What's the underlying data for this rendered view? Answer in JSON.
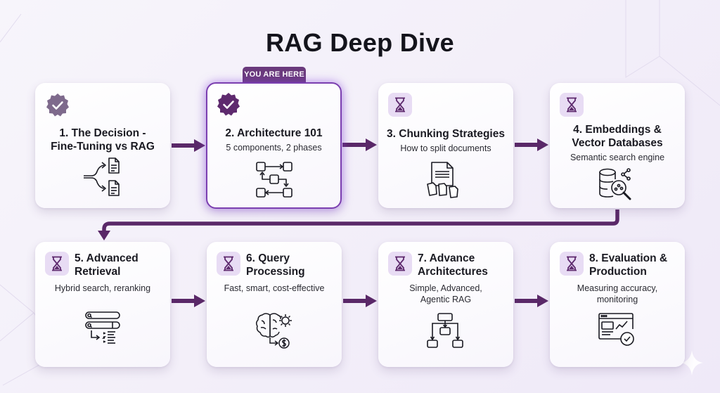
{
  "title": "RAG Deep Dive",
  "current_marker": "YOU ARE HERE",
  "colors": {
    "accent": "#5e2a6e",
    "arrow": "#5a2868",
    "completed_badge": "#7e6a8c",
    "active_badge": "#5e2a6e",
    "pending_tile": "#e8dcf4",
    "active_border": "#7b3fb0"
  },
  "steps": [
    {
      "number": 1,
      "title": "1. The Decision -",
      "title2": "Fine-Tuning vs RAG",
      "subtitle": "",
      "subtitle2": "",
      "status": "completed",
      "status_icon": "check-badge-icon",
      "icon": "branch-documents-icon"
    },
    {
      "number": 2,
      "title": "2. Architecture 101",
      "title2": "",
      "subtitle": "5 components, 2 phases",
      "subtitle2": "",
      "status": "current",
      "status_icon": "check-badge-icon",
      "icon": "flow-blocks-icon"
    },
    {
      "number": 3,
      "title": "3. Chunking Strategies",
      "title2": "",
      "subtitle": "How to split documents",
      "subtitle2": "",
      "status": "pending",
      "status_icon": "hourglass-icon",
      "icon": "split-documents-icon"
    },
    {
      "number": 4,
      "title": "4. Embeddings &",
      "title2": "Vector Databases",
      "subtitle": "Semantic search engine",
      "subtitle2": "",
      "status": "pending",
      "status_icon": "hourglass-icon",
      "icon": "database-search-icon"
    },
    {
      "number": 5,
      "title": "5. Advanced",
      "title2": "Retrieval",
      "subtitle": "Hybrid search, reranking",
      "subtitle2": "",
      "status": "pending",
      "status_icon": "hourglass-icon",
      "icon": "search-rerank-icon"
    },
    {
      "number": 6,
      "title": "6. Query",
      "title2": "Processing",
      "subtitle": "Fast, smart, cost-effective",
      "subtitle2": "",
      "status": "pending",
      "status_icon": "hourglass-icon",
      "icon": "brain-gear-dollar-icon"
    },
    {
      "number": 7,
      "title": "7. Advance",
      "title2": "Architectures",
      "subtitle": "Simple, Advanced,",
      "subtitle2": "Agentic RAG",
      "status": "pending",
      "status_icon": "hourglass-icon",
      "icon": "hierarchy-icon"
    },
    {
      "number": 8,
      "title": "8. Evaluation &",
      "title2": "Production",
      "subtitle": "Measuring accuracy,",
      "subtitle2": "monitoring",
      "status": "pending",
      "status_icon": "hourglass-icon",
      "icon": "dashboard-check-icon"
    }
  ]
}
